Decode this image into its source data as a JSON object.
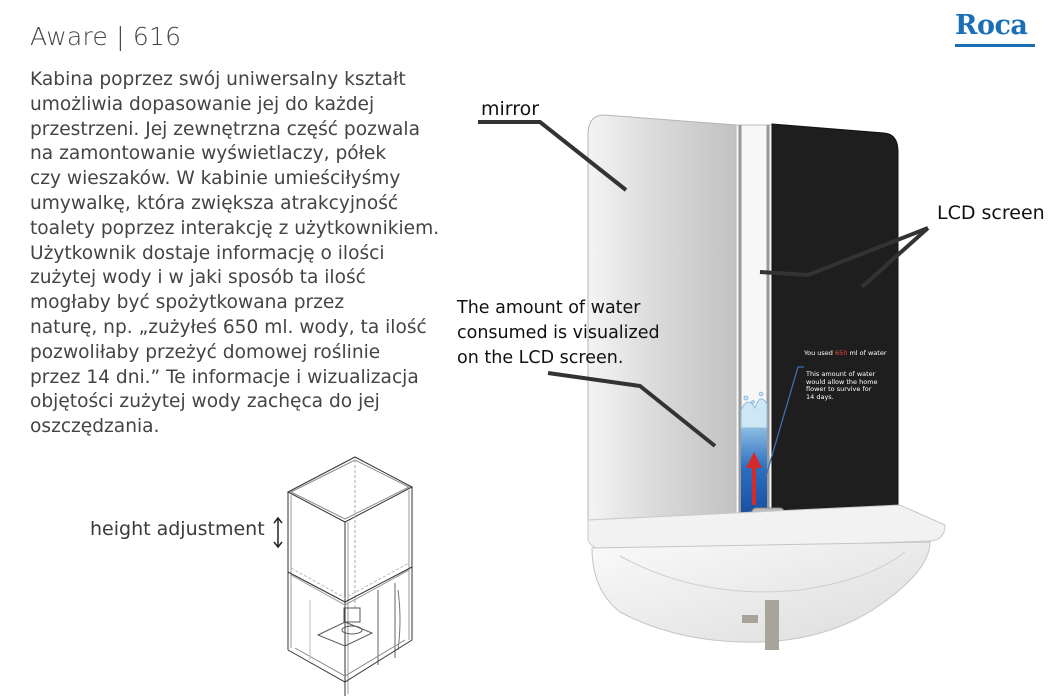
{
  "header": {
    "title": "Aware | 616",
    "brand": "Roca",
    "brand_color": "#1b6fb6"
  },
  "description_lines": [
    "Kabina poprzez swój uniwersalny kształt",
    "umożliwia dopasowanie jej do każdej",
    "przestrzeni. Jej zewnętrzna część pozwala",
    "na zamontowanie wyświetlaczy, półek",
    "czy wieszaków. W kabinie umieściłyśmy",
    "umywalkę, która zwiększa atrakcyjność",
    "toalety poprzez interakcję z użytkownikiem.",
    "Użytkownik dostaje informację o ilości",
    "zużytej wody i w jaki sposób ta ilość",
    "mogłaby być spożytkowana przez",
    "naturę, np. „zużyłeś 650 ml. wody, ta ilość",
    "pozwoliłaby przeżyć domowej roślinie",
    "przez 14 dni.” Te informacje i wizualizacja",
    "objętości zużytej wody zachęca do jej",
    "oszczędzania."
  ],
  "cabin_illustration": {
    "label": "height adjustment",
    "icon": "height-adjust-arrow-icon"
  },
  "sink_illustration": {
    "callouts": {
      "mirror": "mirror",
      "lcd": "LCD screen",
      "amount_lines": [
        "The amount of water",
        "consumed is visualized",
        "on the LCD screen."
      ]
    },
    "lcd_display": {
      "used_prefix": "You used ",
      "used_amount": "650",
      "used_suffix": " ml of water",
      "info_lines": [
        "This amount of water",
        "would allow the home",
        "flower to survive for",
        "14 days."
      ]
    },
    "icons": [
      "water-splash-icon",
      "up-arrow-icon",
      "down-arrow-icon"
    ],
    "colors": {
      "arrow": "#d42a2a",
      "water": "#1a56b0",
      "screen": "#1e1e1e"
    }
  }
}
